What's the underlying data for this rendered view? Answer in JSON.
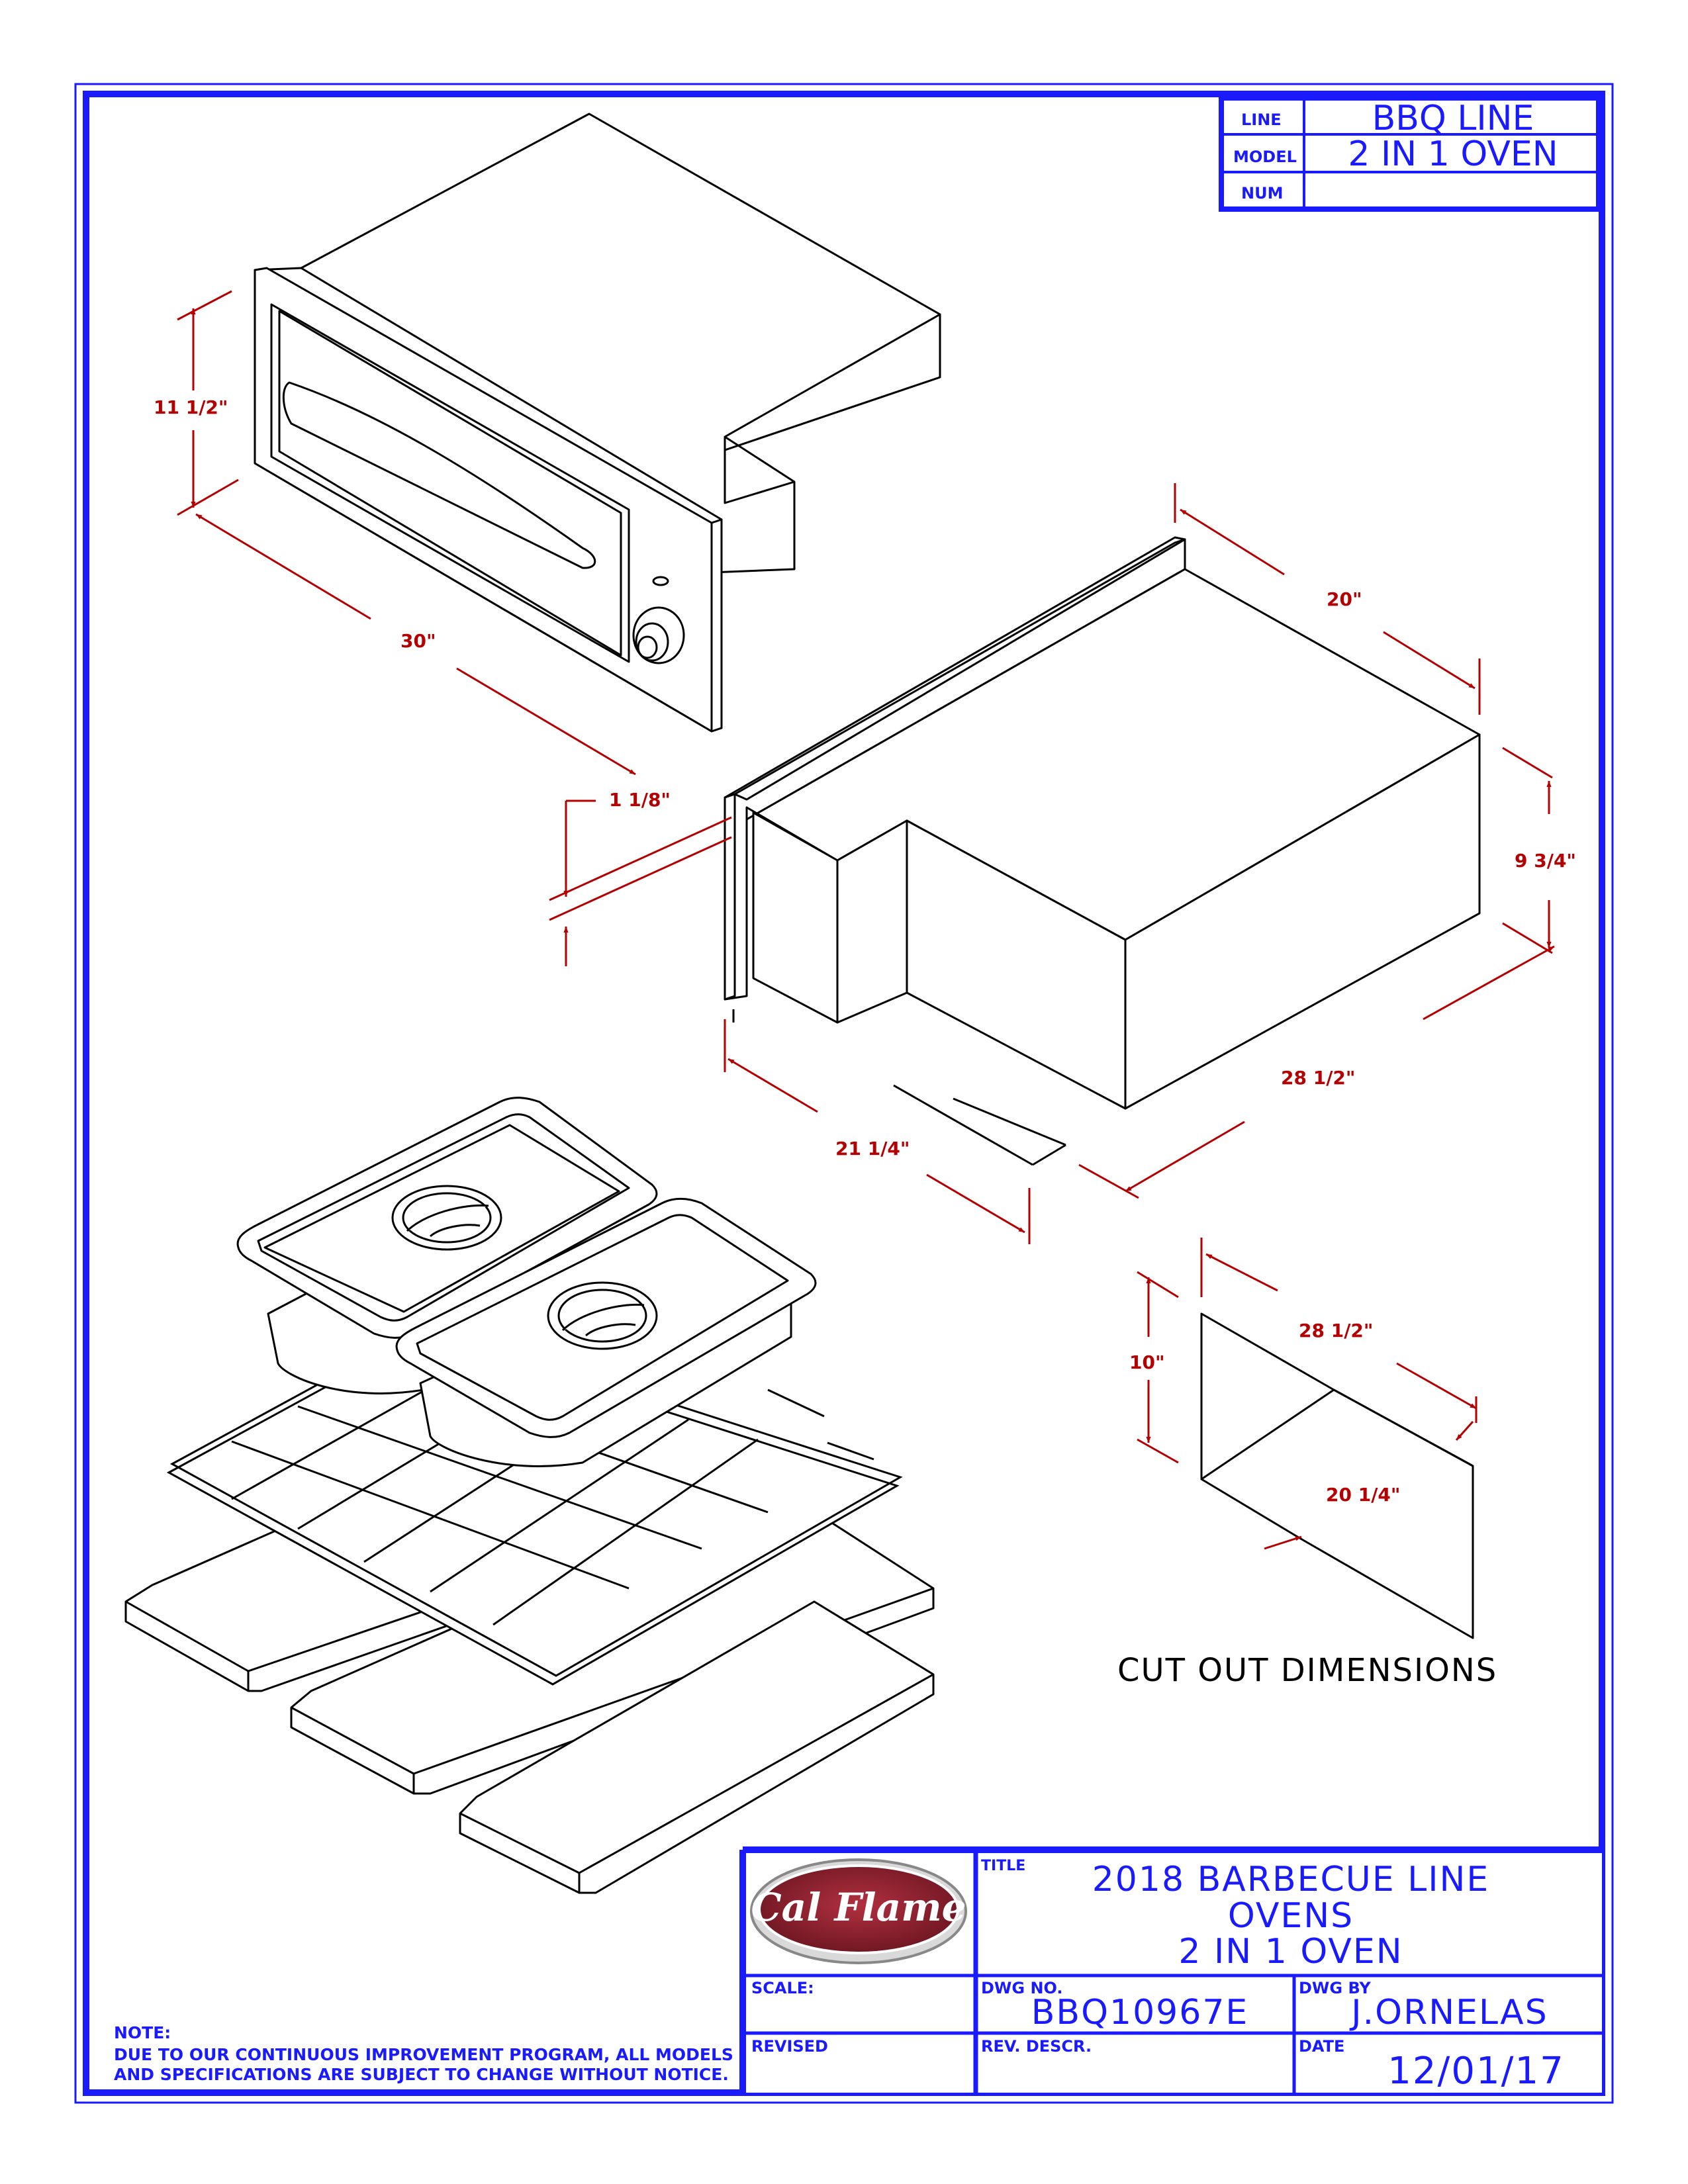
{
  "colors": {
    "border": "#1a1aff",
    "dimension": "#b40000",
    "line": "#000000",
    "logo": "#8e1f2c"
  },
  "header_block": {
    "line_label": "LINE",
    "line_value": "BBQ LINE",
    "model_label": "MODEL",
    "model_value": "2 IN 1 OVEN",
    "num_label": "NUM",
    "num_value": ""
  },
  "dimensions": {
    "oven_height": "11 1/2\"",
    "oven_width": "30\"",
    "flange": "1 1/8\"",
    "depth": "20\"",
    "body_height": "9 3/4\"",
    "body_width": "28 1/2\"",
    "body_depth": "21 1/4\"",
    "cutout_height": "10\"",
    "cutout_width": "28 1/2\"",
    "cutout_depth": "20 1/4\""
  },
  "cutout_caption": "CUT OUT DIMENSIONS",
  "logo_text": "Cal Flame",
  "title_block": {
    "title_label": "TITLE",
    "title_lines": [
      "2018 BARBECUE LINE",
      "OVENS",
      "2 IN 1 OVEN"
    ],
    "scale_label": "SCALE:",
    "dwg_no_label": "DWG NO.",
    "dwg_no_value": "BBQ10967E",
    "dwg_by_label": "DWG BY",
    "dwg_by_value": "J.ORNELAS",
    "revised_label": "REVISED",
    "rev_descr_label": "REV. DESCR.",
    "date_label": "DATE",
    "date_value": "12/01/17"
  },
  "note": {
    "heading": "NOTE:",
    "line1": "DUE TO OUR CONTINUOUS IMPROVEMENT PROGRAM, ALL MODELS",
    "line2": "AND SPECIFICATIONS ARE SUBJECT TO CHANGE WITHOUT NOTICE."
  }
}
